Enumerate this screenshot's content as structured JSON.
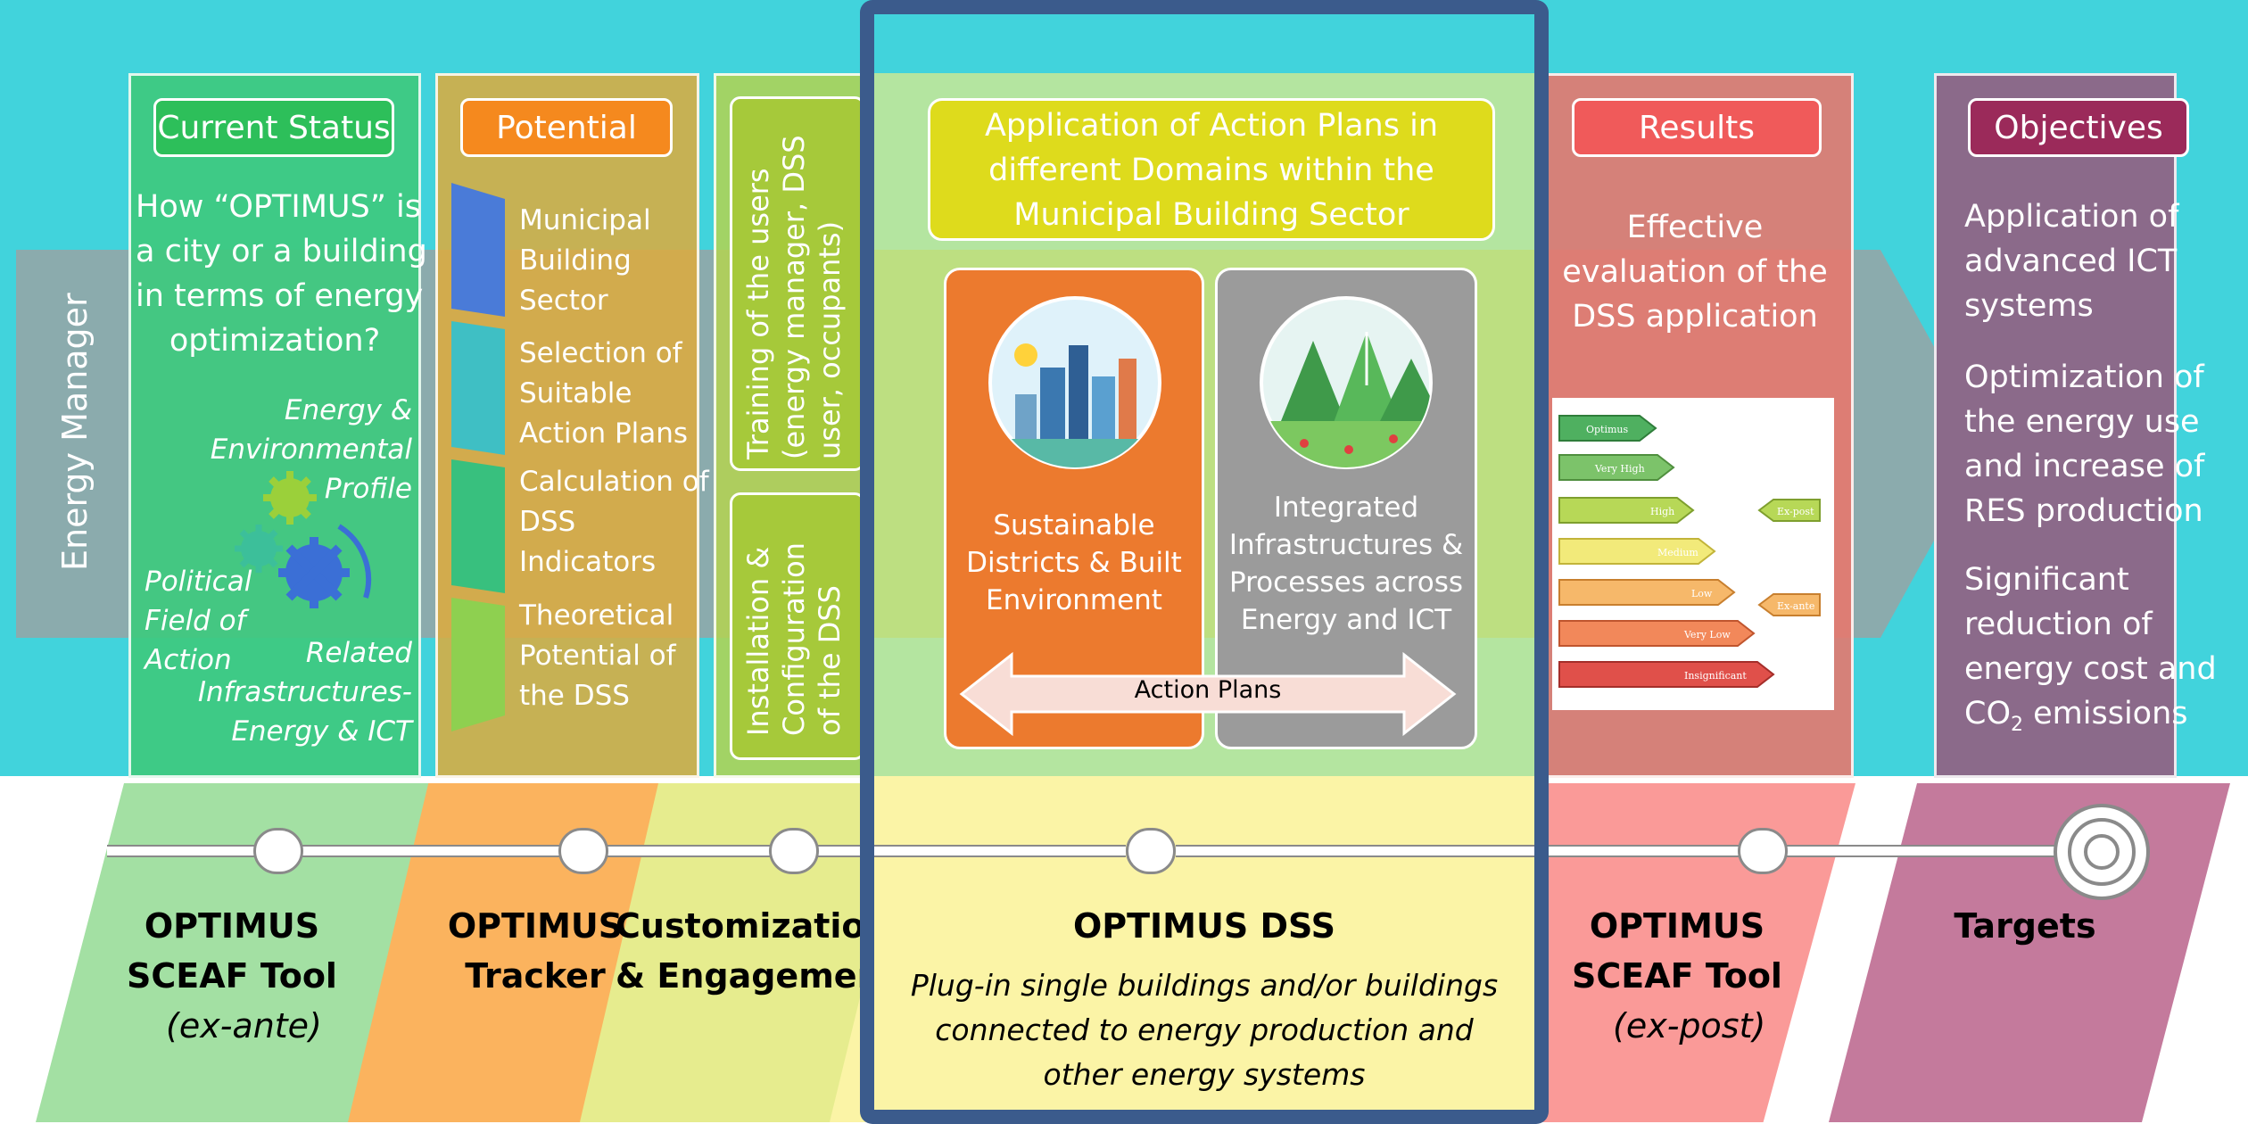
{
  "side_label": "Energy Manager",
  "current_status": {
    "header": "Current Status",
    "question": [
      "How “OPTIMUS” is",
      "a city or a building",
      "in terms of energy",
      "optimization?"
    ],
    "profile": [
      "Energy &",
      "Environmental",
      "Profile"
    ],
    "political": [
      "Political",
      "Field of",
      "Action"
    ],
    "related": [
      "Related",
      "Infrastructures-",
      "Energy & ICT"
    ]
  },
  "potential": {
    "header": "Potential",
    "steps": [
      [
        "Municipal",
        "Building",
        "Sector"
      ],
      [
        "Selection of",
        "Suitable",
        "Action Plans"
      ],
      [
        "Calculation of",
        "DSS",
        "Indicators"
      ],
      [
        "Theoretical",
        "Potential of",
        "the DSS"
      ]
    ]
  },
  "training": {
    "box1": [
      "Training of the users",
      "(energy manager, DSS",
      "user, occupants)"
    ],
    "box2": [
      "Installation &",
      "Configuration",
      "of the DSS"
    ]
  },
  "dss_panel": {
    "header": [
      "Application of Action Plans in",
      "different Domains within the",
      "Municipal Building Sector"
    ],
    "left_card": [
      "Sustainable",
      "Districts & Built",
      "Environment"
    ],
    "right_card": [
      "Integrated",
      "Infrastructures &",
      "Processes across",
      "Energy and ICT"
    ],
    "arrow_label": "Action Plans"
  },
  "results": {
    "header": "Results",
    "text": [
      "Effective",
      "evaluation of the",
      "DSS application"
    ],
    "ratings": [
      "Optimus",
      "Very High",
      "High",
      "Medium",
      "Low",
      "Very Low",
      "Insignificant"
    ],
    "markers": [
      "Ex-post",
      "Ex-ante"
    ]
  },
  "objectives": {
    "header": "Objectives",
    "items": [
      [
        "Application of",
        "advanced ICT",
        "systems"
      ],
      [
        "Optimization of",
        "the energy use",
        "and increase of",
        "RES production"
      ],
      [
        "Significant",
        "reduction of",
        "energy cost and"
      ]
    ],
    "co2_prefix": "CO",
    "co2_sub": "2",
    "co2_suffix": " emissions"
  },
  "bottom": {
    "sceaf_ante": [
      "OPTIMUS",
      "SCEAF Tool"
    ],
    "ex_ante": "(ex-ante)",
    "tracker": [
      "OPTIMUS",
      "Tracker"
    ],
    "customization": [
      "Customization",
      "& Engagement"
    ],
    "dss_title": "OPTIMUS DSS",
    "dss_desc": [
      "Plug-in single buildings and/or buildings",
      "connected to energy production and",
      "other energy systems"
    ],
    "sceaf_post": [
      "OPTIMUS",
      "SCEAF Tool"
    ],
    "ex_post": "(ex-post)",
    "targets": "Targets"
  },
  "colors": {
    "cyan": "#41d3dc",
    "highlight_frame": "#3b5b8c",
    "status_green": "#3ec97e",
    "potential_orange": "#f5891e",
    "training_green": "#a6c93a",
    "dss_yellow": "#dedb1c",
    "card_orange": "#ec7a2e",
    "card_gray": "#9b9b9b",
    "results_red": "#f05a5a",
    "objectives_purple": "#8b4a77"
  }
}
